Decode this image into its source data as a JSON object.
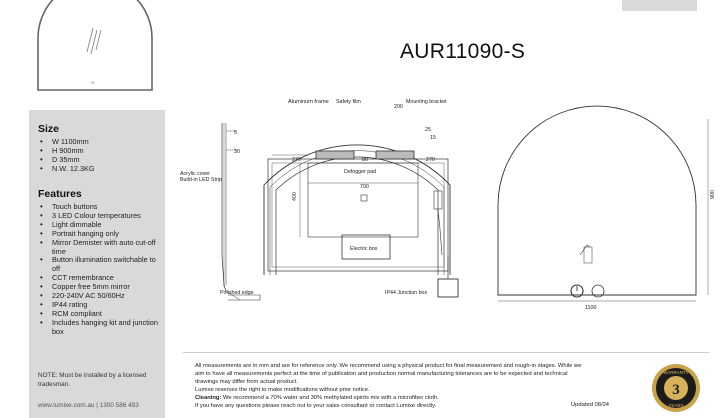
{
  "product": {
    "code": "AUR11090-S"
  },
  "size": {
    "title": "Size",
    "items": [
      "W 1100mm",
      "H 900mm",
      "D 35mm",
      "N.W. 12.3KG"
    ]
  },
  "features": {
    "title": "Features",
    "items": [
      "Touch buttons",
      "3 LED Colour temperatures",
      "Light dimmable",
      "Portrait hanging only",
      "Mirror Demister with auto cut-off time",
      "Button illumination switchable to off",
      "CCT remembrance",
      "Copper free 5mm mirror",
      "220-240V AC 50/60Hz",
      "IP44 rating",
      "RCM compliant",
      "Includes hanging kit and junction box"
    ]
  },
  "note": {
    "label": "NOTE: Must be installed by a licensed tradesman."
  },
  "contact": {
    "text": "www.lumixe.com.au  |  1300 586 493"
  },
  "drawing_labels": {
    "aluminum_frame": "Aluminum frame",
    "safety_film": "Safety film",
    "mounting_bracket": "Mounting bracket",
    "defogger_pad": "Defogger pad",
    "electric_box": "Electric box",
    "acrylic_cover": "Acrylic cover",
    "led_strip": "Build-in LED Strip",
    "polished_edge": "Polished edge",
    "junction_box": "IP44 Junction box",
    "dim_5": "5",
    "dim_30": "30",
    "dim_200": "200",
    "dim_25": "25",
    "dim_15": "15",
    "dim_270a": "270",
    "dim_80": "80",
    "dim_270b": "270",
    "dim_700": "700",
    "dim_400": "400",
    "dim_900": "900",
    "dim_1100": "1100",
    "dim_50": "∞"
  },
  "disclaimer": {
    "line1": "All measurements are in mm and are for reference only.  We recommend using a physical product for final measurement and rough-in stages.   While we aim to have all measurements perfect at the time of publication and production normal manufacturing tolerances are to be expected and technical drawings may differ from actual product.",
    "line2": "Lumixe reserves the right to make modifications without prior notice.",
    "cleaning_label": "Cleaning:",
    "cleaning_text": " We recommend a 70% water and 30% methylated spirits mix with a microfiber cloth.",
    "line4": "If you have any questions please reach out to your sales consultant or contact Lumixe directly."
  },
  "updated": "Updated 08/24",
  "warranty": {
    "top": "WARRANTY",
    "number": "3",
    "bottom": "YEARS"
  }
}
